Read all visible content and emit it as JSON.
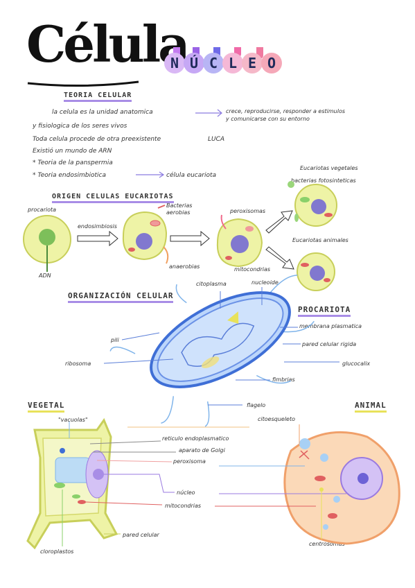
{
  "title": {
    "word1": "Célula",
    "word2": [
      "N",
      "Ú",
      "C",
      "L",
      "E",
      "O"
    ]
  },
  "teoria": {
    "heading": "TEORIA CELULAR",
    "line1a": "la celula es la unidad anatomica",
    "line1b": "y fisiologica de los seres vivos",
    "arrow_text1": "crece, reproducirse, responder a estimulos",
    "arrow_text2": "y comunicarse con su entorno",
    "line2": "Toda celula procede de otra preexistente",
    "luca": "LUCA",
    "line3": "Existió un mundo de ARN",
    "bullet1": "* Teoria de la panspermia",
    "bullet2": "* Teoria endosimbiotica",
    "bullet2_result": "célula eucariota"
  },
  "origen": {
    "heading": "ORIGEN CELULAS EUCARIOTAS",
    "procariota": "procariota",
    "adn": "ADN",
    "endosimbiosis": "endosimbiosis",
    "bacterias": "Bacterias",
    "aerobias": "aerobias",
    "anaerobias": "anaerobias",
    "peroxisomas": "peroxisomas",
    "mitocondrias": "mitocondrias",
    "euc_vegetales": "Eucariotas vegetales",
    "bacterias_foto": "bacterias fotosinteticas",
    "euc_animales": "Eucariotas animales"
  },
  "organizacion": {
    "heading": "ORGANIZACIÓN CELULAR",
    "procariota_heading": "PROCARIOTA",
    "citoplasma": "citoplasma",
    "nucleoide": "nucleoide",
    "membrana": "membrana plasmatica",
    "pared": "pared celular rigida",
    "glucocalix": "glucocalix",
    "pili": "pili",
    "ribosoma": "ribosoma",
    "fimbrias": "fimbrias",
    "flagelo": "flagelo"
  },
  "vegetal": {
    "heading": "VEGETAL",
    "vacuolas": "\"vacuolas\"",
    "reticulo": "reticulo endoplasmatico",
    "golgi": "aparato de Golgi",
    "peroxisoma": "peroxisoma",
    "nucleo": "núcleo",
    "mitocondrias": "mitocondrias",
    "pared": "pared celular",
    "cloroplastos": "cloroplastos"
  },
  "animal": {
    "heading": "ANIMAL",
    "citoesqueleto": "citoesqueleto",
    "centrosomas": "centrosomas"
  },
  "colors": {
    "purple": "#a88de6",
    "yellow": "#e8e25a",
    "cell_green": "#e8f3a0",
    "blue": "#4a7de0",
    "red": "#e0433a",
    "orange": "#f0a06a"
  }
}
